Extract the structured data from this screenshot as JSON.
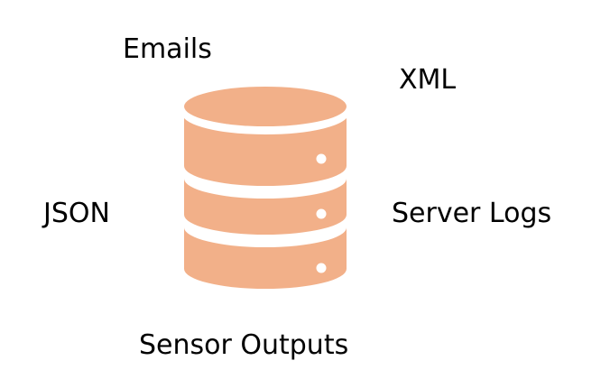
{
  "diagram": {
    "center_icon": "database-icon",
    "colors": {
      "database_fill": "#F2B089",
      "band_separator": "#FFFFFF",
      "indicator_dot": "#FFFFFF",
      "label_text": "#000000"
    },
    "labels": {
      "emails": "Emails",
      "xml": "XML",
      "json": "JSON",
      "server_logs": "Server Logs",
      "sensor_outputs": "Sensor Outputs"
    }
  }
}
